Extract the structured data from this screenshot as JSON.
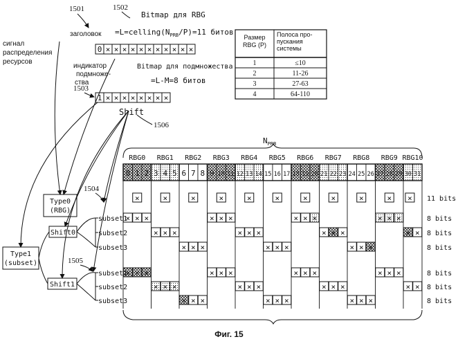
{
  "labels": {
    "ref_1501": "1501",
    "ref_1502": "1502",
    "ref_1503": "1503",
    "ref_1504": "1504",
    "ref_1505": "1505",
    "ref_1506": "1506",
    "header": "заголовок",
    "signal": [
      "сигнал",
      "распределения",
      "ресурсов"
    ],
    "bitmap_rbg_title": "Bitmap для RBG",
    "bitmap_rbg_formula": "=L=celling(N",
    "bitmap_rbg_formula_sub": "PRB",
    "bitmap_rbg_formula_tail": "/P)=11 битов",
    "indicator": [
      "индикатор",
      "подмноже-",
      "ства"
    ],
    "bitmap_subset_title": "Bitmap для подмножества",
    "bitmap_subset_formula": "=L-M=8 бит",
    "bitmap_subset_formula_tail": "ов",
    "shift": "Shift",
    "nprb": "N",
    "nprb_sub": "PRB",
    "type0": [
      "Type0",
      "(RBG)"
    ],
    "type1": [
      "Type1",
      "(subset)"
    ],
    "shift0": "Shift0",
    "shift1": "Shift1",
    "caption": "Фиг. 15"
  },
  "rbg_bitmap": {
    "first_bit": "0",
    "mark": "×",
    "count": 11
  },
  "subset_bitmap": {
    "first_bit": "1",
    "mark": "×",
    "count": 8
  },
  "table": {
    "headers": [
      [
        "Размер",
        "RBG (P)"
      ],
      [
        "Полоса про-",
        "пускания",
        "системы"
      ]
    ],
    "rows": [
      [
        "1",
        "≤10"
      ],
      [
        "2",
        "11-26"
      ],
      [
        "3",
        "27-63"
      ],
      [
        "4",
        "64-110"
      ]
    ]
  },
  "rbg_labels": [
    "RBG0",
    "RBG1",
    "RBG2",
    "RBG3",
    "RBG4",
    "RBG5",
    "RBG6",
    "RBG7",
    "RBG8",
    "RBG9",
    "RBG10"
  ],
  "prb_numbers": [
    "0",
    "1",
    "2",
    "3",
    "4",
    "5",
    "6",
    "7",
    "8",
    "9",
    "10",
    "11",
    "12",
    "13",
    "14",
    "15",
    "16",
    "17",
    "18",
    "19",
    "20",
    "21",
    "22",
    "23",
    "24",
    "25",
    "26",
    "27",
    "28",
    "29",
    "30",
    "31"
  ],
  "prb_subset_pattern": [
    1,
    1,
    1,
    2,
    2,
    2,
    3,
    3,
    3,
    1,
    1,
    1,
    2,
    2,
    2,
    3,
    3,
    3,
    1,
    1,
    1,
    2,
    2,
    2,
    3,
    3,
    3,
    1,
    1,
    1,
    2,
    2
  ],
  "rows": [
    {
      "label": "",
      "bits": "11 bits"
    },
    {
      "label": "subset1",
      "bits": "8 bits"
    },
    {
      "label": "subset2",
      "bits": "8 bits"
    },
    {
      "label": "subset3",
      "bits": "8 bits"
    },
    {
      "label": "subset1",
      "bits": "8 bits"
    },
    {
      "label": "subset2",
      "bits": "8 bits"
    },
    {
      "label": "subset3",
      "bits": "8 bits"
    }
  ],
  "mark": "×"
}
